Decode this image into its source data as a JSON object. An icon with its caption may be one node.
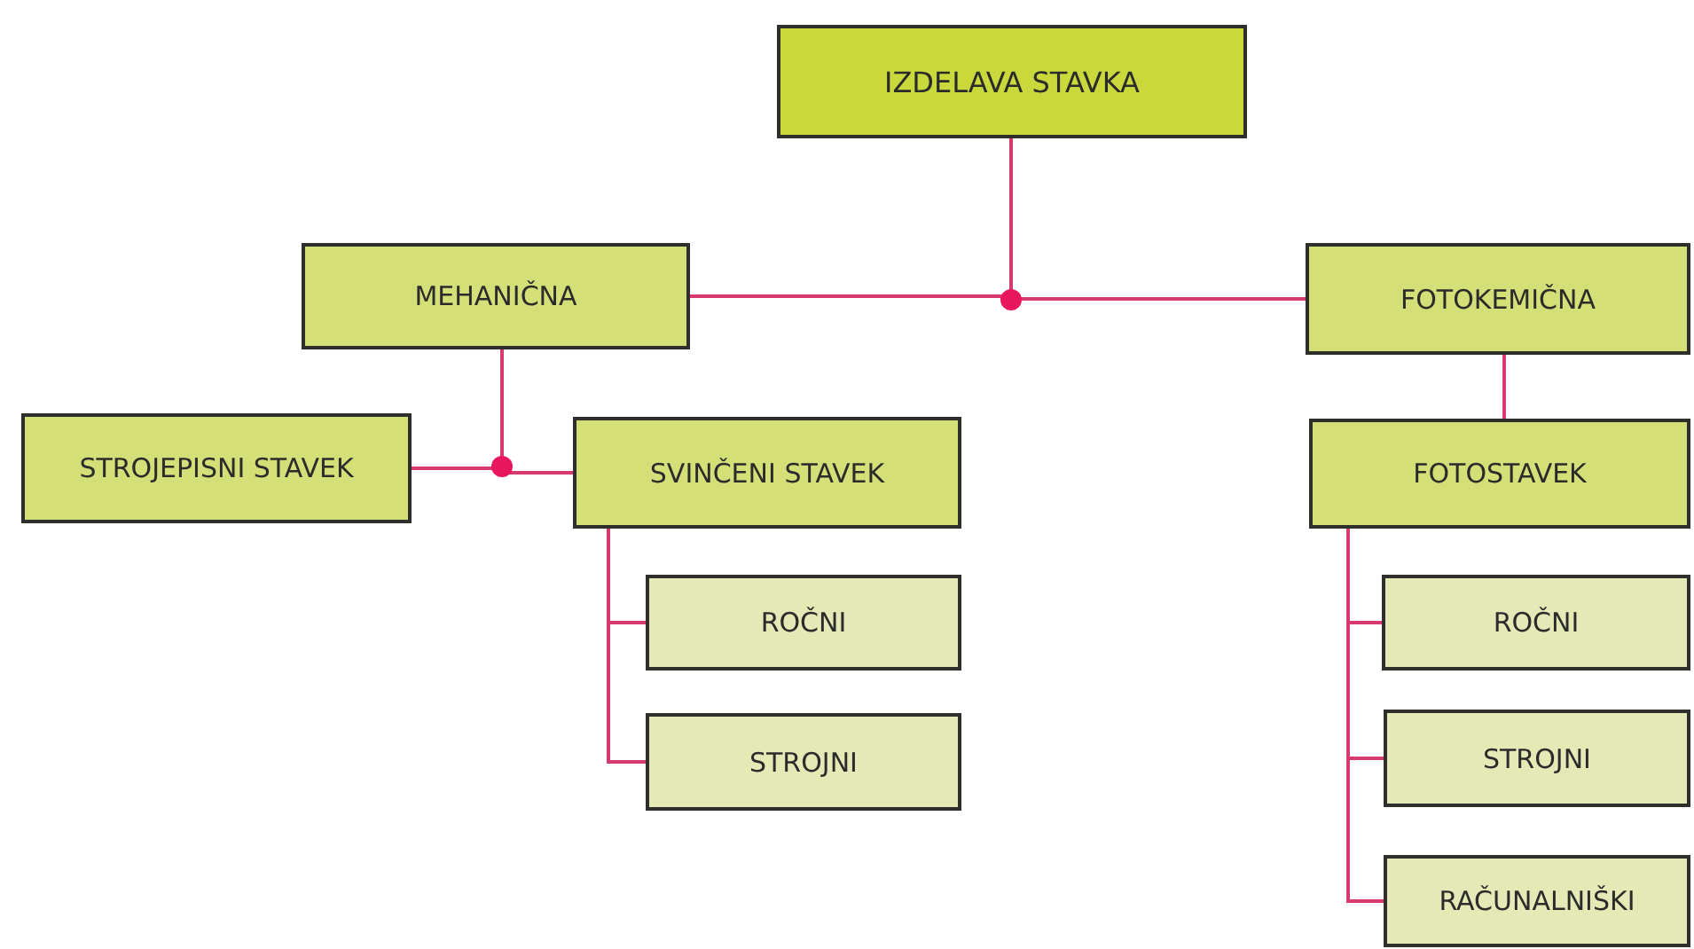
{
  "diagram": {
    "nodes": [
      {
        "text": [
          "IZDELAVA STAVKA"
        ]
      },
      {
        "text": [
          "MEHANIČNA"
        ]
      },
      {
        "text": [
          "FOTOKEMIČNA"
        ]
      },
      {
        "text": [
          "STROJEPISNI STAVEK"
        ]
      },
      {
        "text": [
          "SVINČENI STAVEK"
        ]
      },
      {
        "text": [
          "ROČNI"
        ]
      },
      {
        "text": [
          "STROJNI"
        ]
      },
      {
        "text": [
          "FOTOSTAVEK"
        ]
      },
      {
        "text": [
          "ROČNI"
        ]
      },
      {
        "text": [
          "STROJNI"
        ]
      },
      {
        "text": [
          "RAČUNALNIŠKI"
        ]
      }
    ],
    "edges": [
      {
        "from": 0,
        "to": 1,
        "arrow": "none"
      },
      {
        "from": 0,
        "to": 2,
        "arrow": "none"
      },
      {
        "from": 1,
        "to": 3,
        "arrow": "none"
      },
      {
        "from": 1,
        "to": 4,
        "arrow": "none"
      },
      {
        "from": 2,
        "to": 7,
        "arrow": "none"
      },
      {
        "from": 4,
        "to": 5,
        "arrow": "none"
      },
      {
        "from": 4,
        "to": 6,
        "arrow": "none"
      },
      {
        "from": 7,
        "to": 8,
        "arrow": "none"
      },
      {
        "from": 7,
        "to": 9,
        "arrow": "none"
      },
      {
        "from": 7,
        "to": 10,
        "arrow": "none"
      }
    ]
  }
}
